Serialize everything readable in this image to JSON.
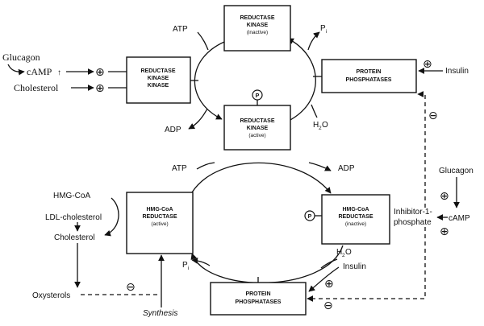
{
  "boxes": {
    "rk_inactive": [
      "REDUCTASE",
      "KINASE",
      "(inactive)"
    ],
    "rk_active": [
      "REDUCTASE",
      "KINASE",
      "(active)"
    ],
    "rkk": [
      "REDUCTASE",
      "KINASE",
      "KINASE"
    ],
    "pp_top": [
      "PROTEIN",
      "PHOSPHATASES"
    ],
    "hmg_active": [
      "HMG-CoA",
      "REDUCTASE",
      "(active)"
    ],
    "hmg_inactive": [
      "HMG-CoA",
      "REDUCTASE",
      "(inactive)"
    ],
    "pp_bottom": [
      "PROTEIN",
      "PHOSPHATASES"
    ]
  },
  "labels": {
    "glucagon_left": "Glucagon",
    "camp_left": "cAMP",
    "up_arrow": "↑",
    "cholesterol_left": "Cholesterol",
    "atp_top": "ATP",
    "pi_top": "P",
    "pi_sub": "i",
    "adp_top": "ADP",
    "h2o_top": "H",
    "h2o_sub": "2",
    "h2o_tail": "O",
    "insulin_top": "Insulin",
    "atp_mid": "ATP",
    "adp_mid": "ADP",
    "hmgcoa": "HMG-CoA",
    "ldl": "LDL-cholesterol",
    "cholesterol_mid": "Cholesterol",
    "oxysterols": "Oxysterols",
    "synthesis": "Synthesis",
    "pi_bottom": "P",
    "h2o_bottom": "H",
    "insulin_bottom": "Insulin",
    "glucagon_right": "Glucagon",
    "camp_right": "cAMP",
    "inhibitor_line1": "Inhibitor-1-",
    "inhibitor_line2": "phosphate",
    "phospho": "P"
  },
  "symbols": {
    "plus": "⊕",
    "minus": "⊖"
  }
}
